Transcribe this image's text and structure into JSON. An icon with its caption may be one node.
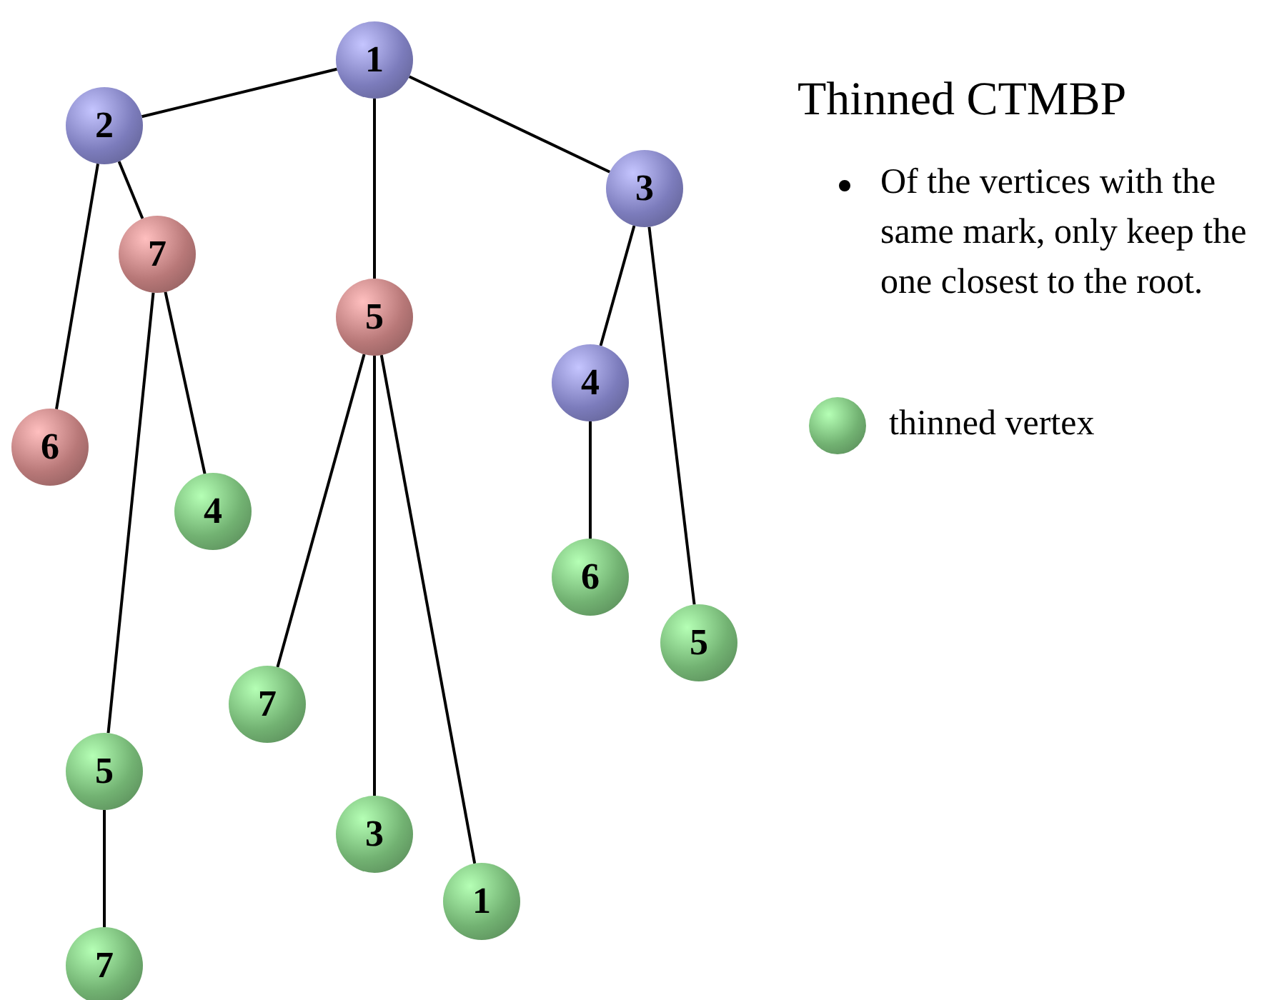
{
  "diagram": {
    "title": "Thinned CTMBP",
    "nodes": [
      {
        "text": [
          "1"
        ]
      },
      {
        "text": [
          "2"
        ]
      },
      {
        "text": [
          "3"
        ]
      },
      {
        "text": [
          "7"
        ]
      },
      {
        "text": [
          "5"
        ]
      },
      {
        "text": [
          "4"
        ]
      },
      {
        "text": [
          "6"
        ]
      },
      {
        "text": [
          "4"
        ]
      },
      {
        "text": [
          "6"
        ]
      },
      {
        "text": [
          "5"
        ]
      },
      {
        "text": [
          "7"
        ]
      },
      {
        "text": [
          "5"
        ]
      },
      {
        "text": [
          "3"
        ]
      },
      {
        "text": [
          "1"
        ]
      },
      {
        "text": [
          "7"
        ]
      }
    ],
    "edges": [
      {
        "from": 0,
        "to": 1,
        "arrow": "none"
      },
      {
        "from": 0,
        "to": 4,
        "arrow": "none"
      },
      {
        "from": 0,
        "to": 2,
        "arrow": "none"
      },
      {
        "from": 1,
        "to": 6,
        "arrow": "none"
      },
      {
        "from": 1,
        "to": 3,
        "arrow": "none"
      },
      {
        "from": 3,
        "to": 11,
        "arrow": "none"
      },
      {
        "from": 3,
        "to": 7,
        "arrow": "none"
      },
      {
        "from": 4,
        "to": 10,
        "arrow": "none"
      },
      {
        "from": 4,
        "to": 12,
        "arrow": "none"
      },
      {
        "from": 4,
        "to": 13,
        "arrow": "none"
      },
      {
        "from": 2,
        "to": 5,
        "arrow": "none"
      },
      {
        "from": 2,
        "to": 9,
        "arrow": "none"
      },
      {
        "from": 5,
        "to": 8,
        "arrow": "none"
      },
      {
        "from": 11,
        "to": 14,
        "arrow": "none"
      }
    ],
    "labels": [
      "Of the vertices with the same mark, only keep the one closest to the root."
    ],
    "legend": [
      {
        "text": "thinned vertex",
        "color": "#72b272"
      }
    ]
  }
}
